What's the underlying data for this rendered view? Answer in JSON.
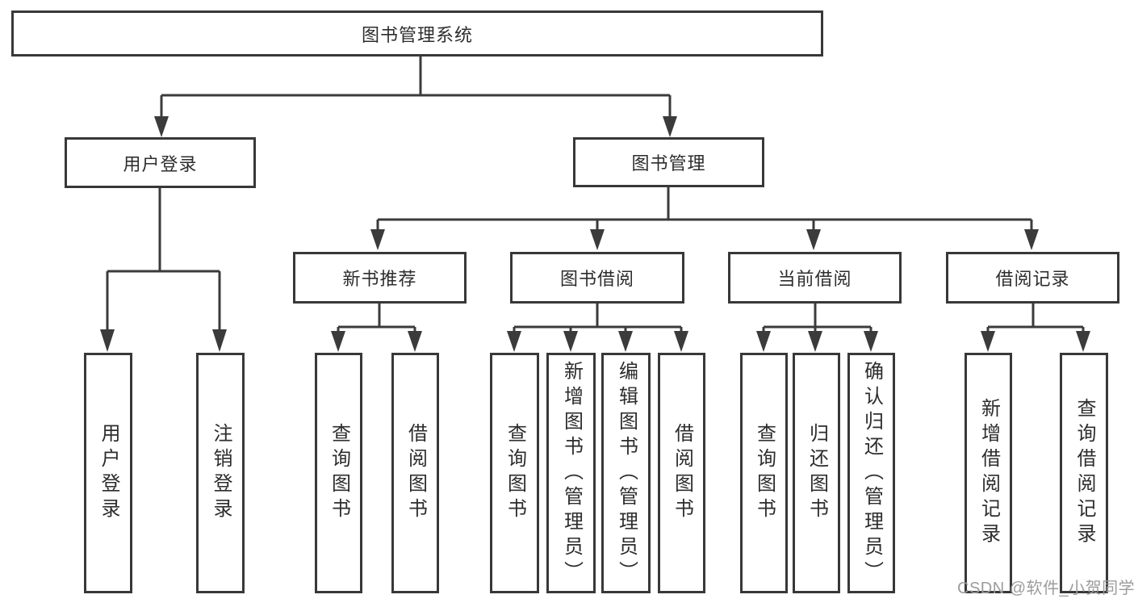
{
  "diagram_title": "图书管理系统",
  "tree": {
    "root": {
      "label": "图书管理系统"
    },
    "branches": [
      {
        "label": "用户登录",
        "children": [
          {
            "label": "用户登录"
          },
          {
            "label": "注销登录"
          }
        ]
      },
      {
        "label": "图书管理",
        "children": [
          {
            "label": "新书推荐",
            "children": [
              {
                "label": "查询图书"
              },
              {
                "label": "借阅图书"
              }
            ]
          },
          {
            "label": "图书借阅",
            "children": [
              {
                "label": "查询图书"
              },
              {
                "label": "新增图书（管理员）"
              },
              {
                "label": "编辑图书（管理员）"
              },
              {
                "label": "借阅图书"
              }
            ]
          },
          {
            "label": "当前借阅",
            "children": [
              {
                "label": "查询图书"
              },
              {
                "label": "归还图书"
              },
              {
                "label": "确认归还（管理员）"
              }
            ]
          },
          {
            "label": "借阅记录",
            "children": [
              {
                "label": "新增借阅记录"
              },
              {
                "label": "查询借阅记录"
              }
            ]
          }
        ]
      }
    ]
  },
  "watermark": {
    "text": "CSDN @软件_小贺同学"
  },
  "colors": {
    "background": "#ffffff",
    "box_border": "#383838",
    "connector_line": "#3b3b3b",
    "text": "#2d2d2d",
    "watermark_text": "#9c9c9c"
  }
}
